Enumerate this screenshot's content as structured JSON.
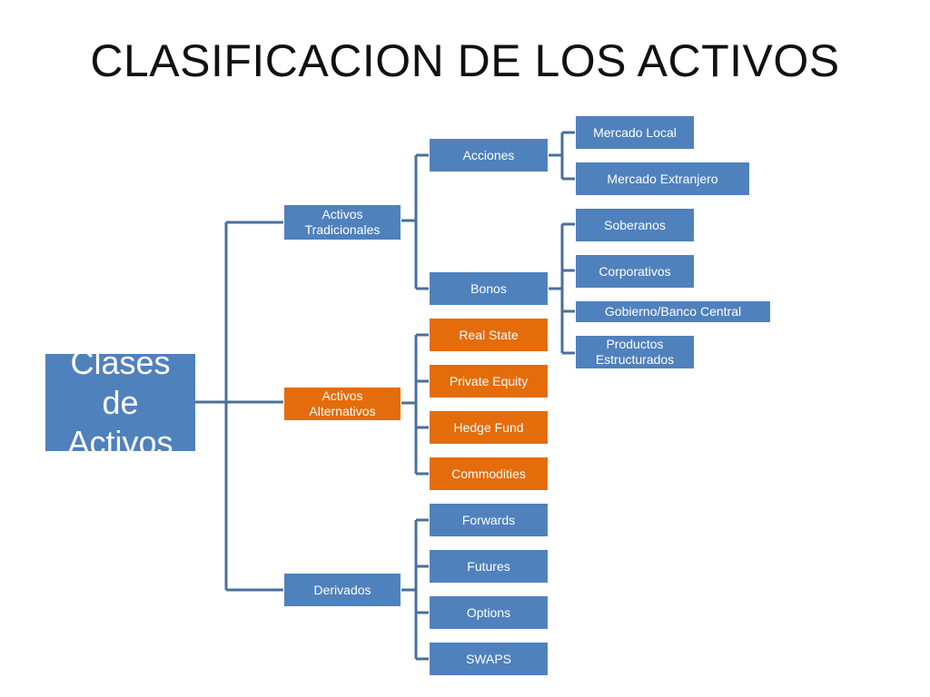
{
  "title": "CLASIFICACION DE LOS ACTIVOS",
  "colors": {
    "blue": "#4f81bd",
    "orange": "#e46c0a",
    "connector": "#4a6f9b"
  },
  "root": "Clases de Activos",
  "traditional": {
    "label": "Activos Tradicionales",
    "acciones": {
      "label": "Acciones",
      "items": [
        "Mercado Local",
        "Mercado Extranjero"
      ]
    },
    "bonos": {
      "label": "Bonos",
      "items": [
        "Soberanos",
        "Corporativos",
        "Gobierno/Banco Central",
        "Productos Estructurados"
      ]
    }
  },
  "alternative": {
    "label": "Activos Alternativos",
    "items": [
      "Real State",
      "Private Equity",
      "Hedge Fund",
      "Commodities"
    ]
  },
  "derivatives": {
    "label": "Derivados",
    "items": [
      "Forwards",
      "Futures",
      "Options",
      "SWAPS"
    ]
  }
}
